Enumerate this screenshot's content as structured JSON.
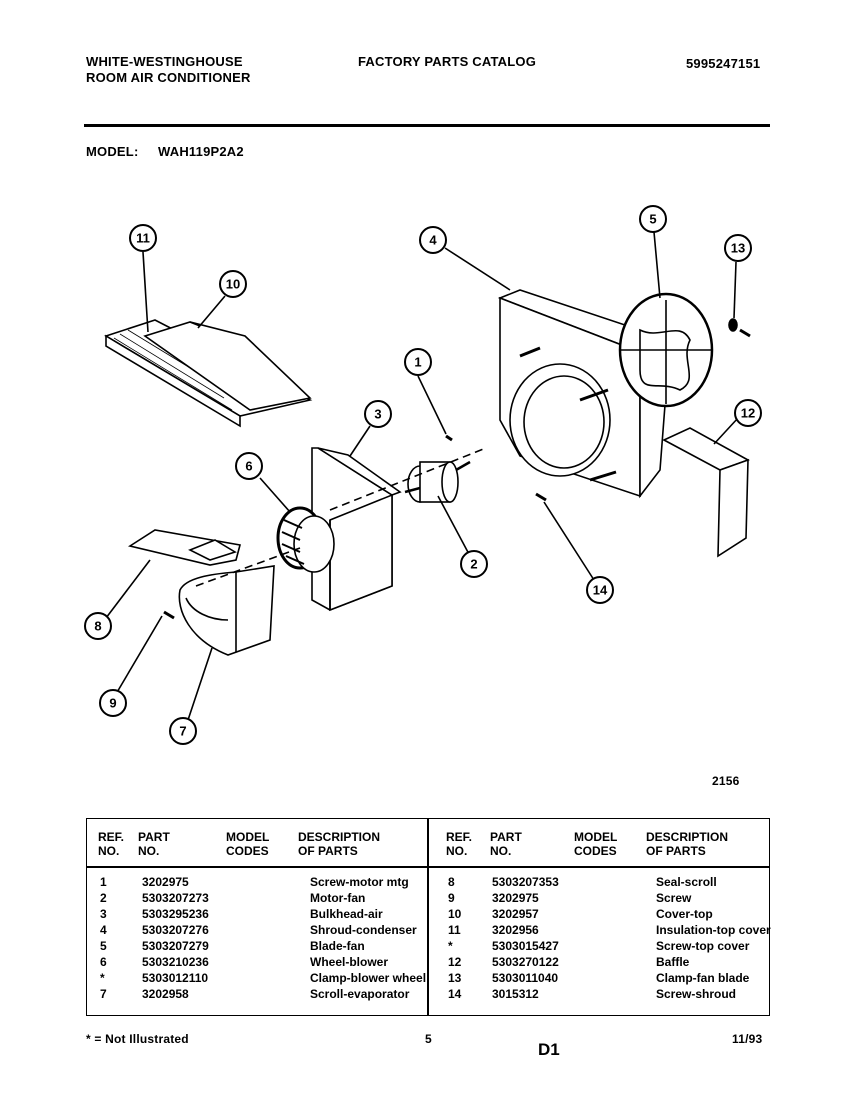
{
  "header": {
    "brand_line1": "WHITE-WESTINGHOUSE",
    "brand_line2": "ROOM AIR CONDITIONER",
    "catalog_title": "FACTORY PARTS CATALOG",
    "catalog_number": "5995247151",
    "model_label": "MODEL:",
    "model_value": "WAH119P2A2"
  },
  "diagram": {
    "figure_number": "2156",
    "callouts": [
      "1",
      "2",
      "3",
      "4",
      "5",
      "6",
      "7",
      "8",
      "9",
      "10",
      "11",
      "12",
      "13",
      "14"
    ]
  },
  "parts_table": {
    "col_ref": [
      "REF.",
      "NO."
    ],
    "col_part": [
      "PART",
      "NO."
    ],
    "col_model": [
      "MODEL",
      "CODES"
    ],
    "col_desc": [
      "DESCRIPTION",
      "OF PARTS"
    ],
    "left_rows": [
      {
        "ref": "1",
        "part": "3202975",
        "codes": "",
        "desc": "Screw-motor mtg"
      },
      {
        "ref": "2",
        "part": "5303207273",
        "codes": "",
        "desc": "Motor-fan"
      },
      {
        "ref": "3",
        "part": "5303295236",
        "codes": "",
        "desc": "Bulkhead-air"
      },
      {
        "ref": "4",
        "part": "5303207276",
        "codes": "",
        "desc": "Shroud-condenser"
      },
      {
        "ref": "5",
        "part": "5303207279",
        "codes": "",
        "desc": "Blade-fan"
      },
      {
        "ref": "6",
        "part": "5303210236",
        "codes": "",
        "desc": "Wheel-blower"
      },
      {
        "ref": "*",
        "part": "5303012110",
        "codes": "",
        "desc": "Clamp-blower wheel"
      },
      {
        "ref": "7",
        "part": "3202958",
        "codes": "",
        "desc": "Scroll-evaporator"
      }
    ],
    "right_rows": [
      {
        "ref": "8",
        "part": "5303207353",
        "codes": "",
        "desc": "Seal-scroll"
      },
      {
        "ref": "9",
        "part": "3202975",
        "codes": "",
        "desc": "Screw"
      },
      {
        "ref": "10",
        "part": "3202957",
        "codes": "",
        "desc": "Cover-top"
      },
      {
        "ref": "11",
        "part": "3202956",
        "codes": "",
        "desc": "Insulation-top cover"
      },
      {
        "ref": "*",
        "part": "5303015427",
        "codes": "",
        "desc": "Screw-top cover"
      },
      {
        "ref": "12",
        "part": "5303270122",
        "codes": "",
        "desc": "Baffle"
      },
      {
        "ref": "13",
        "part": "5303011040",
        "codes": "",
        "desc": "Clamp-fan blade"
      },
      {
        "ref": "14",
        "part": "3015312",
        "codes": "",
        "desc": "Screw-shroud"
      }
    ]
  },
  "footer": {
    "note": "* = Not Illustrated",
    "page_number": "5",
    "section": "D1",
    "date": "11/93"
  }
}
